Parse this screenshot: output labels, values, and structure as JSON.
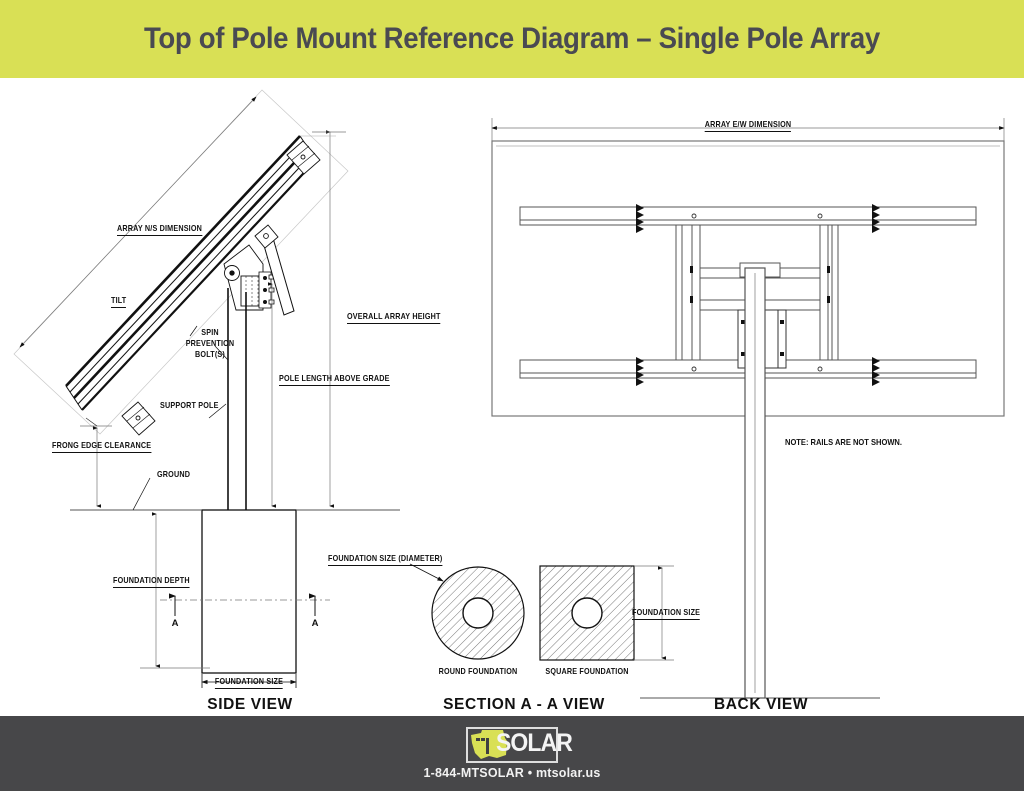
{
  "header": {
    "title": "Top of Pole Mount Reference Diagram – Single Pole Array",
    "bg_color": "#d9e055",
    "text_color": "#4a4a52"
  },
  "footer": {
    "bg_color": "#474749",
    "logo_text": "SOLAR",
    "logo_icon": "montana-state-outline",
    "contact": "1-844-MTSOLAR • mtsolar.us"
  },
  "views": {
    "side": {
      "label": "SIDE VIEW"
    },
    "section": {
      "label": "SECTION A - A VIEW"
    },
    "back": {
      "label": "BACK VIEW"
    }
  },
  "labels": {
    "array_ns": "ARRAY N/S DIMENSION",
    "tilt": "TILT",
    "spin_prevention": "SPIN\nPREVENTION\nBOLT(S)",
    "spin_prevention_l1": "SPIN",
    "spin_prevention_l2": "PREVENTION",
    "spin_prevention_l3": "BOLT(S)",
    "overall_array_height": "OVERALL ARRAY HEIGHT",
    "pole_length_above_grade": "POLE LENGTH ABOVE GRADE",
    "support_pole": "SUPPORT POLE",
    "front_edge_clearance": "FRONG EDGE CLEARANCE",
    "ground": "GROUND",
    "foundation_depth": "FOUNDATION DEPTH",
    "foundation_size": "FOUNDATION SIZE",
    "foundation_size_diameter": "FOUNDATION SIZE (DIAMETER)",
    "foundation_size_right": "FOUNDATION SIZE",
    "round_foundation": "ROUND FOUNDATION",
    "square_foundation": "SQUARE FOUNDATION",
    "array_ew": "ARRAY E/W DIMENSION",
    "note_rails": "NOTE: RAILS ARE NOT SHOWN.",
    "section_mark_left": "A",
    "section_mark_right": "A"
  }
}
